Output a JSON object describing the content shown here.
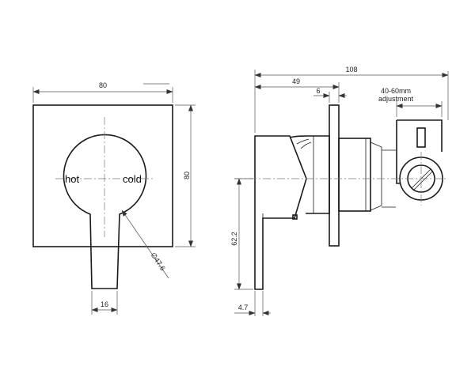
{
  "front_view": {
    "width_dim": "80",
    "height_dim": "80",
    "lever_width_dim": "16",
    "diameter_dim": "∅47.6",
    "hot_label": "hot",
    "cold_label": "cold"
  },
  "side_view": {
    "overall_depth_dim": "108",
    "body_depth_dim": "49",
    "plate_dim": "6",
    "adjustment_range": "40-60mm",
    "adjustment_word": "adjustment",
    "lever_height_dim": "62.2",
    "lever_offset_dim": "4.7"
  },
  "colors": {
    "line": "#1a1a1a",
    "dimension": "#555555"
  }
}
